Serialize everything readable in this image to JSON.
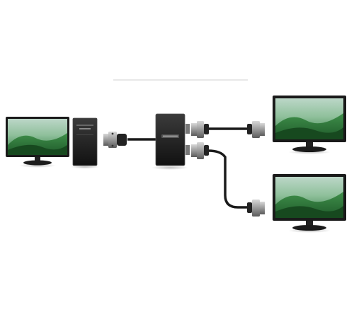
{
  "scene": {
    "description_free": true,
    "objects": [
      "source-monitor",
      "pc-tower",
      "vga-splitter",
      "target-monitor-top",
      "target-monitor-bottom",
      "vga-cables"
    ]
  }
}
